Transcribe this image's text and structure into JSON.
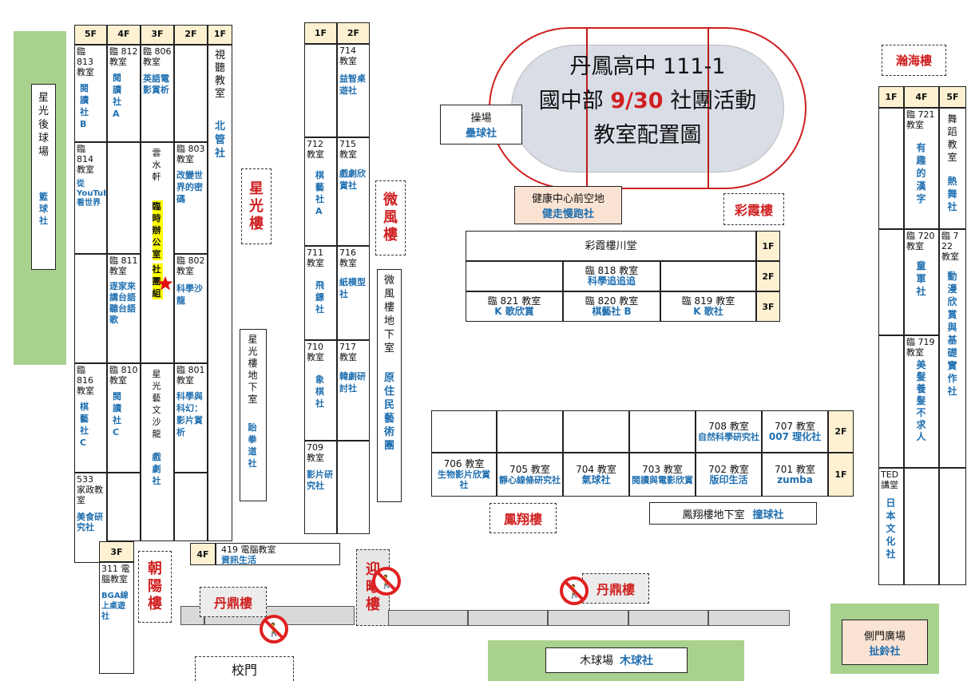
{
  "title": {
    "line1": "丹鳳高中 111-1",
    "line2_prefix": "國中部 ",
    "line2_date": "9/30",
    "line2_suffix": " 社團活動",
    "line3": "教室配置圖"
  },
  "colors": {
    "accent_red": "#d02020",
    "club_blue": "#1f6fb0",
    "floor_header": "#fdf1d2",
    "green": "#a9d18e",
    "highlight": "#ffff00"
  },
  "left_court": {
    "name": "星光後球場",
    "club": "籃球社"
  },
  "xingguang": {
    "floors": [
      "5F",
      "4F",
      "3F",
      "2F",
      "1F"
    ],
    "col5": [
      {
        "room": "臨 813 教室",
        "club": "閱讀社B"
      },
      {
        "room": "臨 814 教室",
        "club": "從YouTube看世界"
      },
      {
        "room": "",
        "club": ""
      },
      {
        "room": "臨 816 教室",
        "club": "棋藝社C"
      },
      {
        "room": "533 家政教室",
        "club": "美食研究社"
      }
    ],
    "col4": [
      {
        "room": "臨 812 教室",
        "club": "閱讀社A"
      },
      {
        "room": "",
        "club": ""
      },
      {
        "room": "臨 811 教室",
        "club": "逐家來講台語聽台語歌"
      },
      {
        "room": "臨 810 教室",
        "club": "閱讀社C"
      }
    ],
    "col3": [
      {
        "room": "臨 806 教室",
        "club": "英語電影賞析"
      },
      {
        "room": "雲水軒",
        "office": "臨時辦公室",
        "group": "社團組"
      },
      {
        "room": "星光藝文沙龍",
        "club": "戲劇社"
      }
    ],
    "col2": [
      {
        "room": "",
        "club": ""
      },
      {
        "room": "臨 803 教室",
        "club": "改變世界的密碼"
      },
      {
        "room": "臨 802 教室",
        "club": "科學沙龍"
      },
      {
        "room": "臨 801 教室",
        "club": "科學與科幻：影片賞析"
      }
    ],
    "col1": {
      "room": "視聽教室",
      "club": "北管社"
    },
    "basement_label": "3F",
    "basement_room": "311 電腦教室",
    "basement_club": "BGA線上桌遊社"
  },
  "computer_room": {
    "floor": "4F",
    "room": "419 電腦教室",
    "club": "資訊生活"
  },
  "buildings": {
    "xingguang": "星光樓",
    "zhaoyang": "朝陽樓",
    "weifeng": "微風樓",
    "yingxi": "迎曦樓",
    "danding": "丹鼎樓",
    "caixia": "彩霞樓",
    "fengxiang": "鳳翔樓",
    "hanhai": "瀚海樓"
  },
  "xingguang_basement": {
    "name": "星光樓地下室",
    "club": "跆拳道社"
  },
  "seven_block": {
    "floors": [
      "1F",
      "2F"
    ],
    "rows": [
      {
        "left": {
          "room": "",
          "club": ""
        },
        "right": {
          "room": "714 教室",
          "club": "益智桌遊社"
        }
      },
      {
        "left": {
          "room": "712 教室",
          "club": "棋藝社A"
        },
        "right": {
          "room": "715 教室",
          "club": "戲劇欣賞社"
        }
      },
      {
        "left": {
          "room": "711 教室",
          "club": "飛鏢社"
        },
        "right": {
          "room": "716 教室",
          "club": "紙模型社"
        }
      },
      {
        "left": {
          "room": "710 教室",
          "club": "象棋社"
        },
        "right": {
          "room": "717 教室",
          "club": "韓劇研討社"
        }
      },
      {
        "left": {
          "room": "709 教室",
          "club": "影片研究社"
        },
        "right": {
          "room": "",
          "club": ""
        }
      }
    ]
  },
  "weifeng_basement": {
    "name": "微風樓地下室",
    "club": "原住民藝術團"
  },
  "playground": {
    "name": "操場",
    "club": "壘球社"
  },
  "health_center": {
    "name": "健康中心前空地",
    "club": "健走慢跑社"
  },
  "caixia_block": {
    "hall": "彩霞樓川堂",
    "f1": "1F",
    "f2": "2F",
    "f3": "3F",
    "r818": {
      "room": "臨 818 教室",
      "club": "科學追追追"
    },
    "r821": {
      "room": "臨 821 教室",
      "club": "K 歌欣賞"
    },
    "r820": {
      "room": "臨 820 教室",
      "club": "棋藝社 B"
    },
    "r819": {
      "room": "臨 819 教室",
      "club": "K 歌社"
    }
  },
  "fengxiang_block": {
    "f2": "2F",
    "f1": "1F",
    "r708": {
      "room": "708 教室",
      "club": "自然科學研究社"
    },
    "r707": {
      "room": "707 教室",
      "club": "007 理化社"
    },
    "r706": {
      "room": "706 教室",
      "club": "生物影片欣賞社"
    },
    "r705": {
      "room": "705 教室",
      "club": "靜心線條研究社"
    },
    "r704": {
      "room": "704 教室",
      "club": "氣球社"
    },
    "r703": {
      "room": "703 教室",
      "club": "閱讀與電影欣賞"
    },
    "r702": {
      "room": "702 教室",
      "club": "版印生活"
    },
    "r701": {
      "room": "701 教室",
      "club": "zumba"
    }
  },
  "fengxiang_basement": {
    "name": "鳳翔樓地下室",
    "club": "撞球社"
  },
  "hanhai_block": {
    "floors": [
      "1F",
      "4F",
      "5F"
    ],
    "r721": {
      "room": "臨 721 教室",
      "club": "有趣的漢字"
    },
    "dance": {
      "room": "舞蹈教室",
      "club": "熱舞社"
    },
    "r720": {
      "room": "臨 720 教室",
      "club": "童軍社"
    },
    "r722": {
      "room": "臨 722 教室",
      "club": "動漫欣賞與基礎實作社"
    },
    "r719": {
      "room": "臨 719 教室",
      "club": "美髮養髮不求人"
    },
    "ted": {
      "room": "TED 講堂",
      "club": "日本文化社"
    }
  },
  "gate": "校門",
  "wood_court": {
    "name": "木球場",
    "club": "木球社"
  },
  "side_plaza": {
    "name": "側門廣場",
    "club": "扯鈴社"
  },
  "icons": {
    "no_pedestrian": "no-pedestrian-icon",
    "star": "star-icon"
  }
}
